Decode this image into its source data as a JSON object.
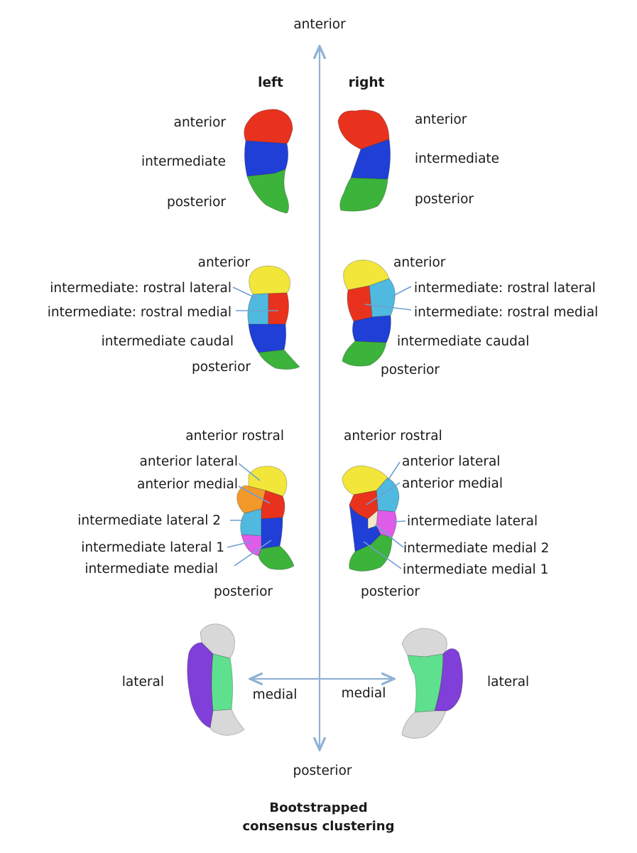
{
  "axis": {
    "top": "anterior",
    "bottom": "posterior",
    "medial_left": "medial",
    "medial_right": "medial"
  },
  "headers": {
    "left": "left",
    "right": "right"
  },
  "row1": {
    "left": [
      "anterior",
      "intermediate",
      "posterior"
    ],
    "right": [
      "anterior",
      "intermediate",
      "posterior"
    ]
  },
  "row2": {
    "left": [
      "anterior",
      "intermediate: rostral lateral",
      "intermediate: rostral medial",
      "intermediate caudal",
      "posterior"
    ],
    "right": [
      "anterior",
      "intermediate: rostral lateral",
      "intermediate: rostral medial",
      "intermediate caudal",
      "posterior"
    ]
  },
  "row3": {
    "left": [
      "anterior rostral",
      "anterior lateral",
      "anterior medial",
      "intermediate lateral 2",
      "intermediate lateral 1",
      "intermediate medial",
      "posterior"
    ],
    "right": [
      "anterior rostral",
      "anterior lateral",
      "anterior medial",
      "intermediate lateral",
      "intermediate medial 2",
      "intermediate medial 1",
      "posterior"
    ]
  },
  "row4": {
    "left": "lateral",
    "right": "lateral"
  },
  "caption": {
    "line1": "Bootstrapped",
    "line2": "consensus clustering"
  },
  "colors": {
    "red": "#e8321e",
    "blue": "#1f3fd6",
    "green": "#3cb33a",
    "yellow": "#f2e63a",
    "cyan": "#4fb9df",
    "orange": "#f2992a",
    "magenta": "#de5ce8",
    "purple": "#7f3fd8",
    "mint": "#5fe08e",
    "gray": "#d8d8d8",
    "axis": "#8fb1d6"
  }
}
